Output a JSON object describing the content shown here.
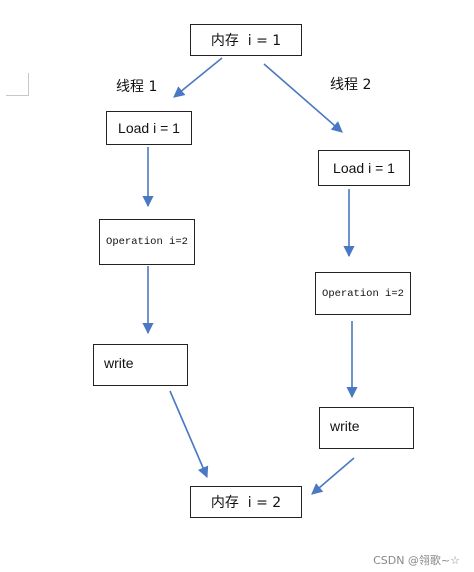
{
  "memory_start": "内存  i = 1",
  "memory_end": "内存  i = 2",
  "thread1": {
    "label": "线程 1",
    "load": "Load i = 1",
    "operation": "Operation i=2",
    "write": "write"
  },
  "thread2": {
    "label": "线程 2",
    "load": "Load i = 1",
    "operation": "Operation i=2",
    "write": "write"
  },
  "footer": "CSDN @翎歌~☆",
  "colors": {
    "arrow": "#4a78c2",
    "border": "#222222"
  }
}
